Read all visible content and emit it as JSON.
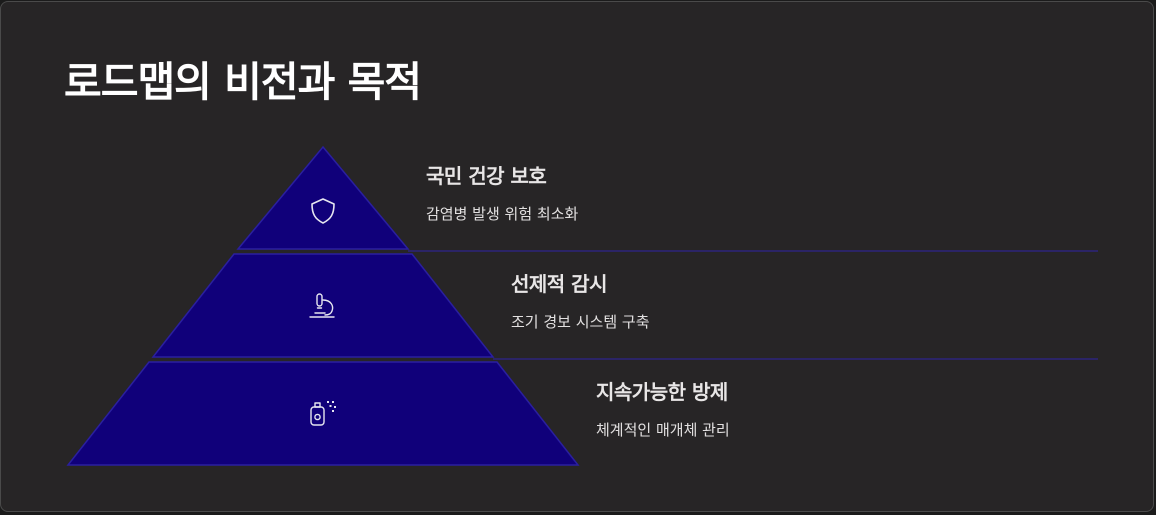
{
  "title": "로드맵의 비전과 목적",
  "colors": {
    "background": "#272526",
    "layer_fill": "#10007a",
    "layer_stroke": "#2a1fa0",
    "connector": "#2b2466",
    "text": "#e8e6e6"
  },
  "levels": [
    {
      "heading": "국민 건강 보호",
      "subtext": "감염병 발생 위험 최소화",
      "icon": "shield-icon"
    },
    {
      "heading": "선제적 감시",
      "subtext": "조기 경보 시스템 구축",
      "icon": "microscope-icon"
    },
    {
      "heading": "지속가능한 방제",
      "subtext": "체계적인 매개체 관리",
      "icon": "spray-bottle-icon"
    }
  ]
}
